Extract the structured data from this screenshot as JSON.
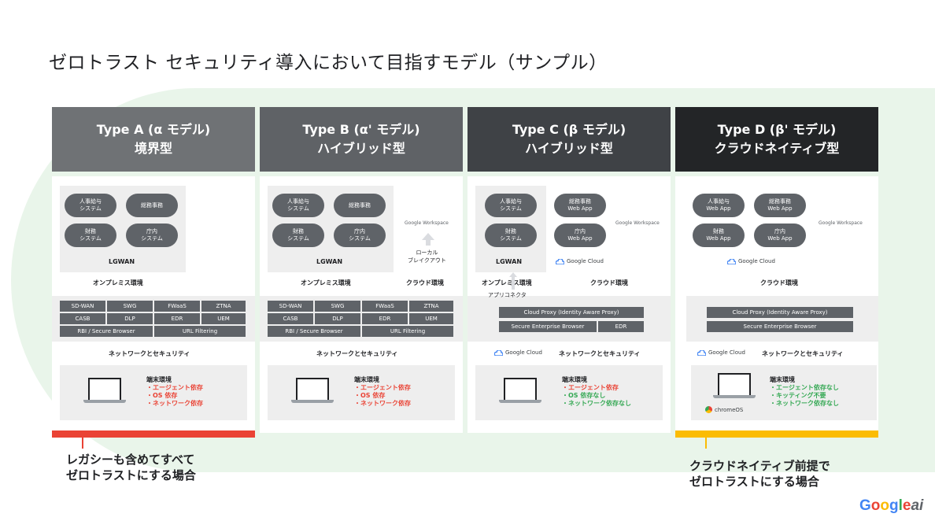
{
  "title": "ゼロトラスト セキュリティ導入において目指すモデル（サンプル）",
  "columns": [
    {
      "head1": "Type A (α モデル)",
      "head2": "境界型",
      "head_color": "#6f7275"
    },
    {
      "head1": "Type B (α' モデル)",
      "head2": "ハイブリッド型",
      "head_color": "#5f6266"
    },
    {
      "head1": "Type C (β モデル)",
      "head2": "ハイブリッド型",
      "head_color": "#3f4246"
    },
    {
      "head1": "Type D (β' モデル)",
      "head2": "クラウドネイティブ型",
      "head_color": "#232527"
    }
  ],
  "pills": {
    "jinji": "人事給与\nシステム",
    "somu": "総務事務",
    "zaimu": "財務\nシステム",
    "chonai": "庁内\nシステム",
    "somu_web": "総務事務\nWeb App",
    "chonai_web": "庁内\nWeb App",
    "zaimu_web": "財務\nWeb App",
    "jinji_web": "人事給与\nWeb App"
  },
  "labels": {
    "lgwan": "LGWAN",
    "onprem": "オンプレミス環境",
    "cloud_env": "クラウド環境",
    "network": "ネットワークとセキュリティ",
    "google_workspace": "Google Workspace",
    "google_cloud": "Google Cloud",
    "local_breakout": "ローカル\nブレイクアウト",
    "app_connector": "アプリコネクタ",
    "chromeos": "chromeOS"
  },
  "security_cells": [
    "SD-WAN",
    "SWG",
    "FWaaS",
    "ZTNA",
    "CASB",
    "DLP",
    "EDR",
    "UEM",
    "RBI / Secure Browser",
    "URL Filtering"
  ],
  "proxy_cells": {
    "cloud_proxy": "Cloud Proxy (Identity Aware Proxy)",
    "secure_browser": "Secure Enterprise Browser",
    "edr": "EDR"
  },
  "terminal": {
    "title": "端末環境",
    "a": [
      "・エージェント依存",
      "・OS 依存",
      "・ネットワーク依存"
    ],
    "c": [
      "・エージェント依存",
      "・OS 依存なし",
      "・ネットワーク依存なし"
    ],
    "d": [
      "・エージェント依存なし",
      "・キッティング不要",
      "・ネットワーク依存なし"
    ]
  },
  "notes": {
    "left": "レガシーも含めてすべて\nゼロトラストにする場合",
    "right": "クラウドネイティブ前提で\nゼロトラストにする場合"
  },
  "colors": {
    "red": "#ea4335",
    "green": "#34a853",
    "yellow": "#fbbc04",
    "bg": "#e9f5ea"
  },
  "logo": "Googleai"
}
